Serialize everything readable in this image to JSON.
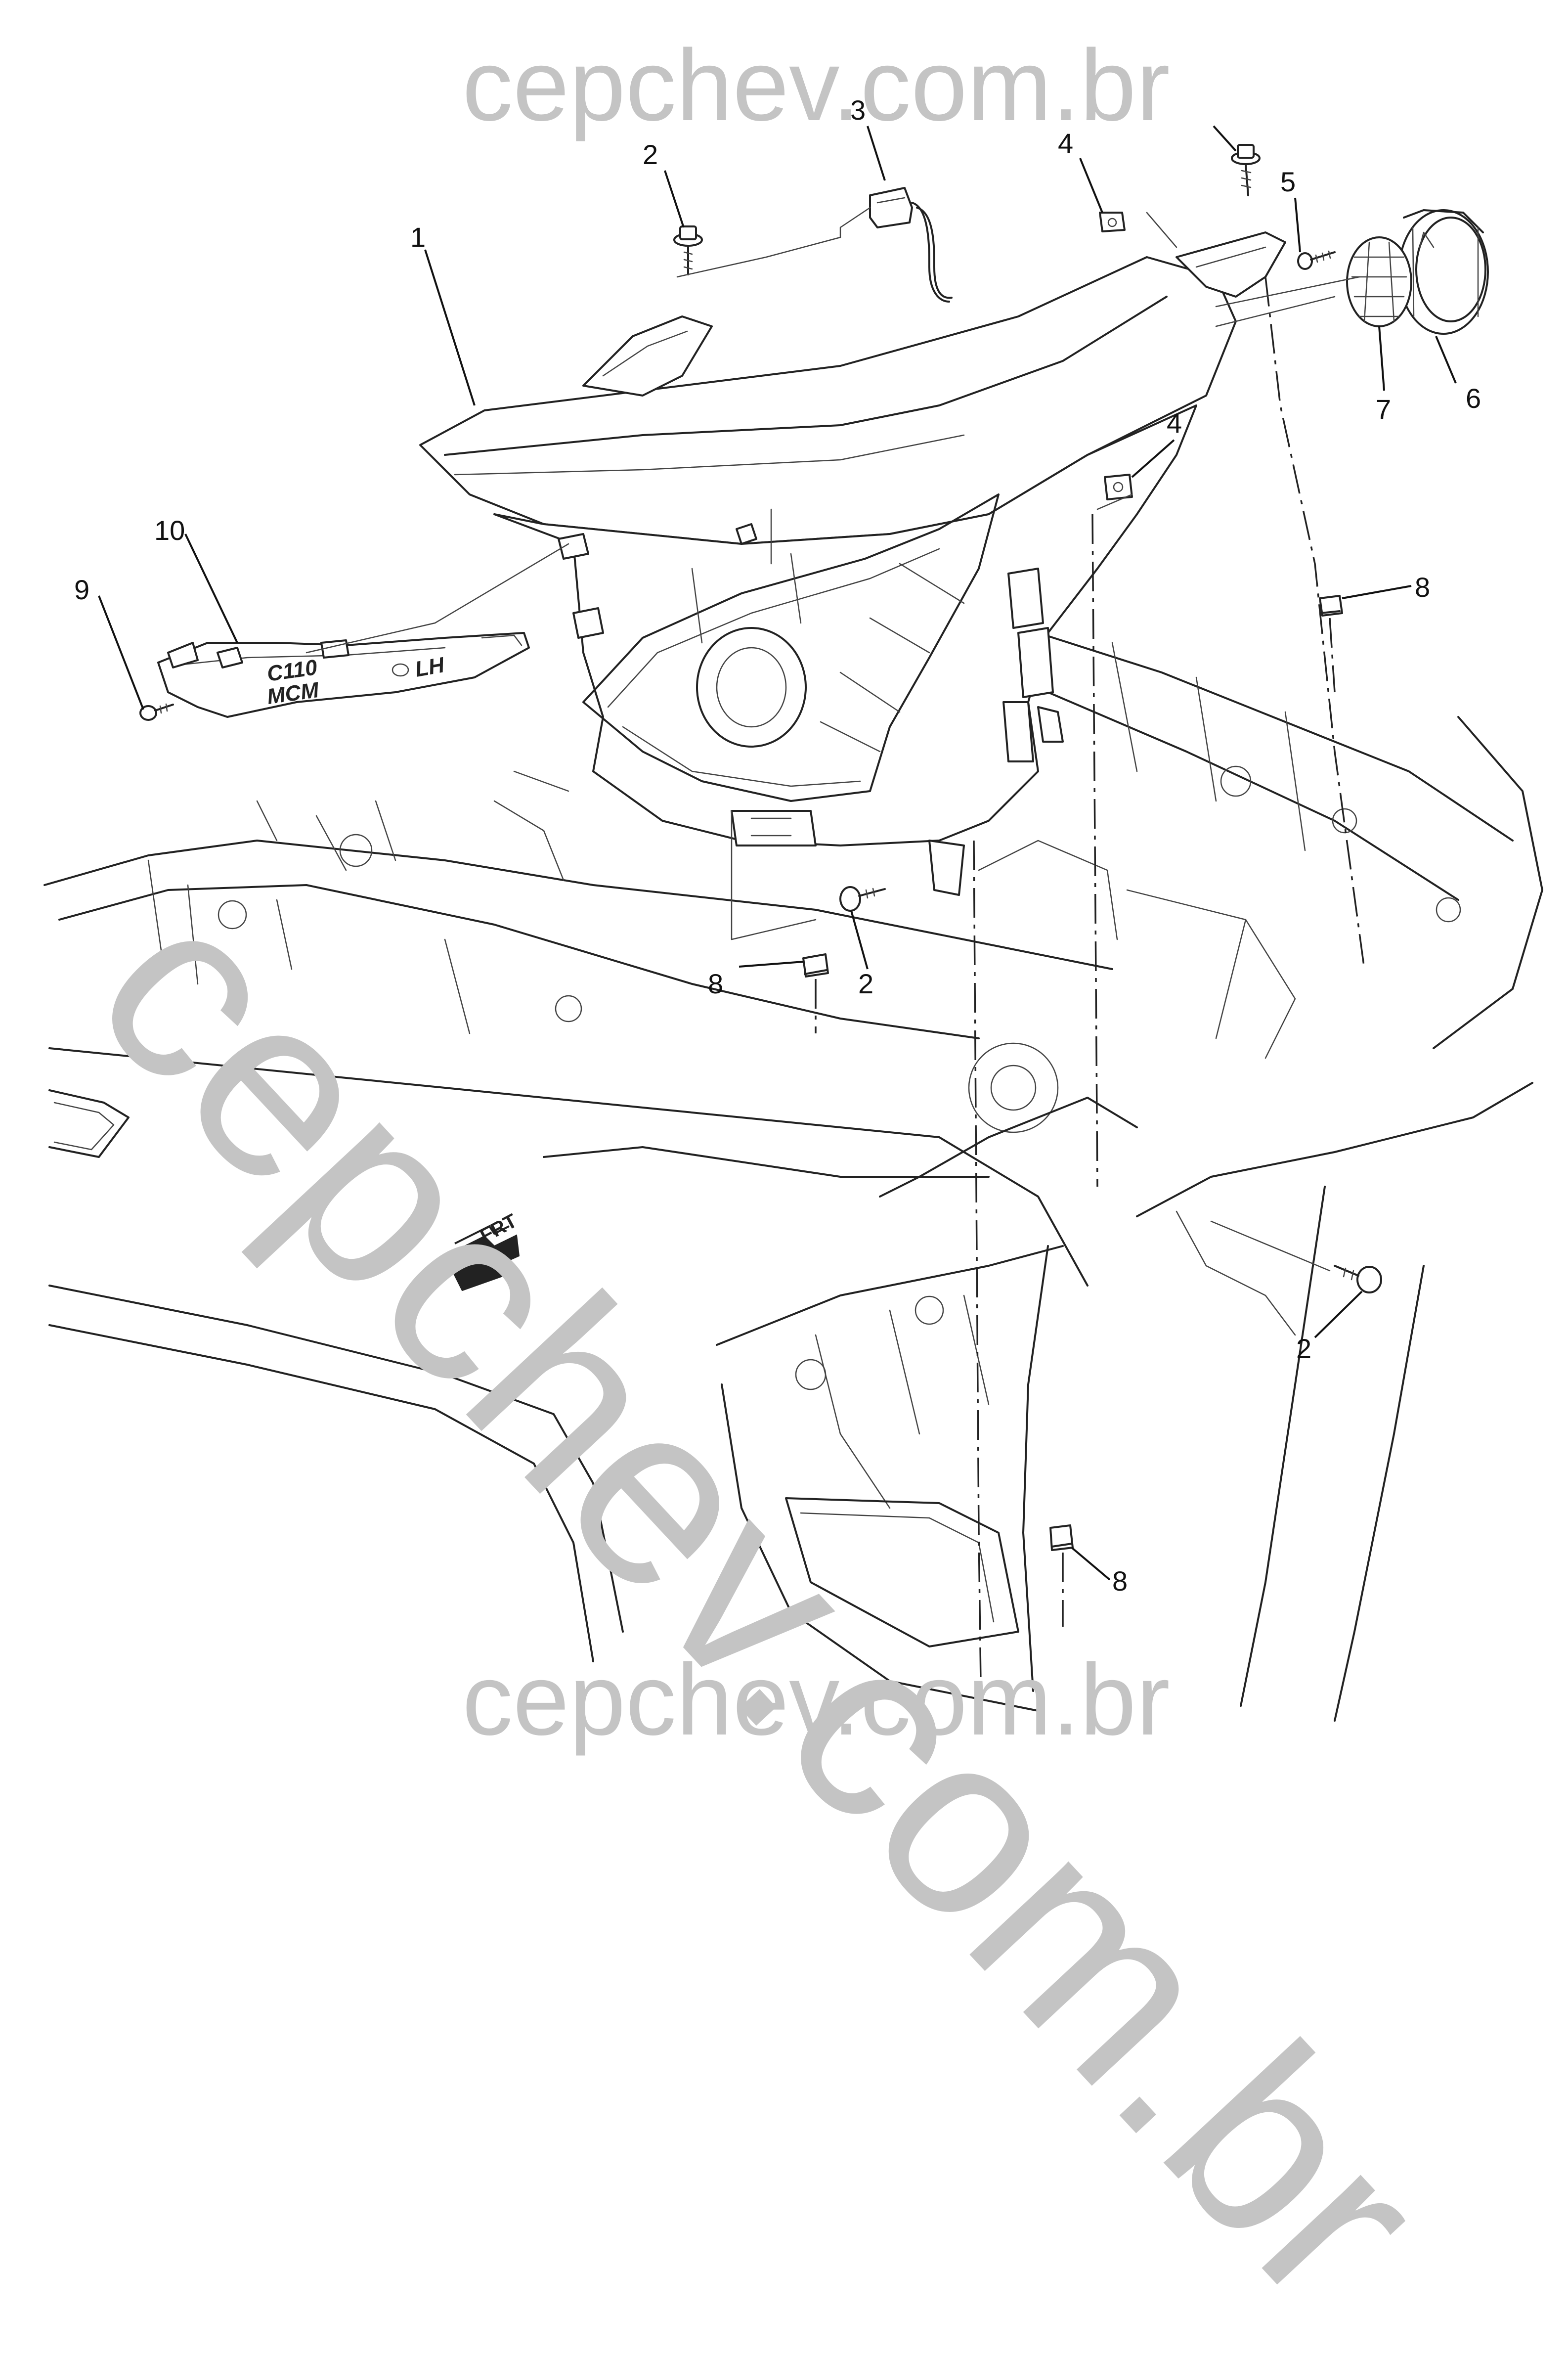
{
  "watermark": {
    "top": "cepchev.com.br",
    "bottom": "cepchev.com.br",
    "diagonal": "cepchev.com.br"
  },
  "callouts": {
    "c1": "1",
    "c2a": "2",
    "c2b": "2",
    "c2c": "2",
    "c3": "3",
    "c4a": "4",
    "c4b": "4",
    "c5": "5",
    "c6": "6",
    "c7": "7",
    "c8a": "8",
    "c8b": "8",
    "c8c": "8",
    "c9": "9",
    "c10": "10"
  },
  "part_markings": {
    "bracket_code": "C110",
    "bracket_name": "MCM",
    "bracket_side": "LH"
  },
  "orientation": {
    "arrow_label": "FRT"
  },
  "colors": {
    "line": "#222222",
    "watermark": "#c4c4c4",
    "background": "#ffffff"
  }
}
